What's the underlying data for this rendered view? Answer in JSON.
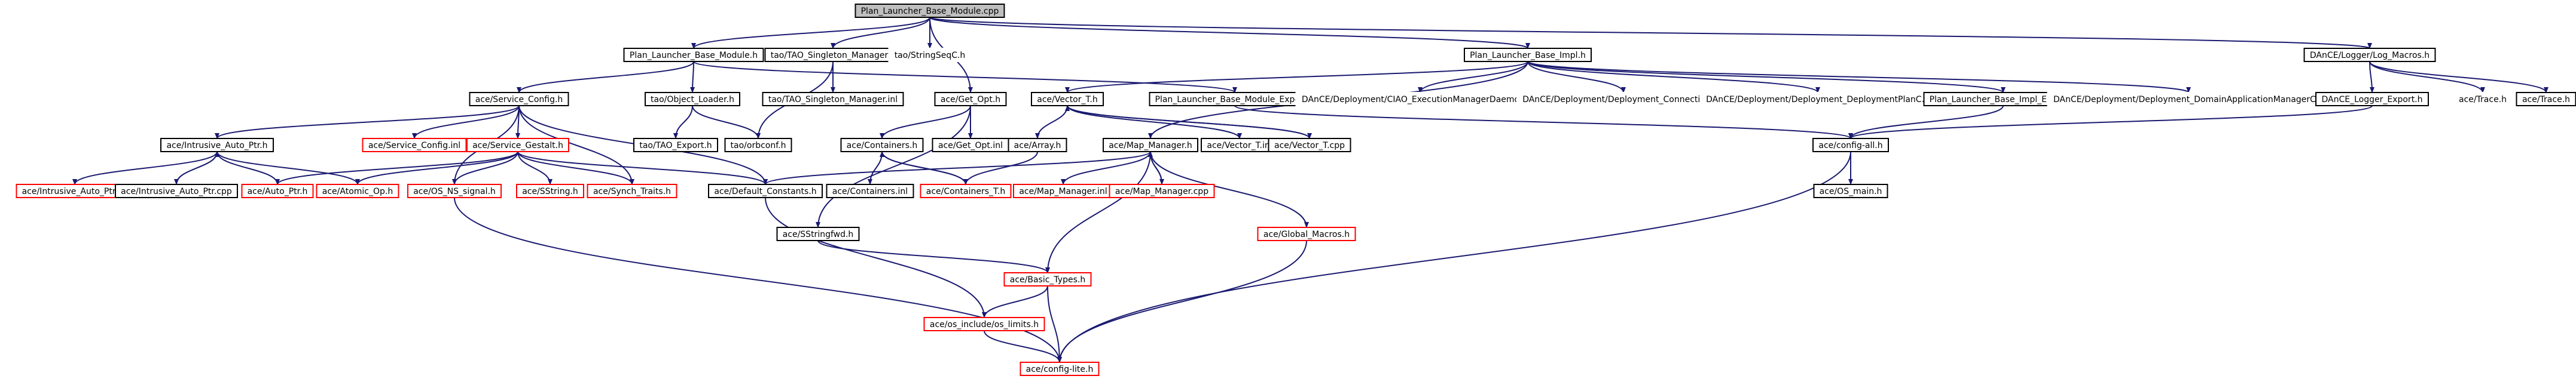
{
  "colors": {
    "background": "#ffffff",
    "root_fill": "#bfbfbf",
    "node_fill": "#ffffff",
    "found_border": "#000000",
    "missing_border": "#ff0000",
    "text_border_none": "#ffffff",
    "edge": "#191970"
  },
  "nodes": [
    {
      "id": "root",
      "label": "Plan_Launcher_Base_Module.cpp",
      "style": "root"
    },
    {
      "id": "plbm_h",
      "label": "Plan_Launcher_Base_Module.h",
      "style": "found"
    },
    {
      "id": "tao_singleton_h",
      "label": "tao/TAO_Singleton_Manager.h",
      "style": "found"
    },
    {
      "id": "stringseqc",
      "label": "tao/StringSeqC.h",
      "style": "plain"
    },
    {
      "id": "plbi_h",
      "label": "Plan_Launcher_Base_Impl.h",
      "style": "found"
    },
    {
      "id": "log_macros",
      "label": "DAnCE/Logger/Log_Macros.h",
      "style": "found"
    },
    {
      "id": "service_config_h",
      "label": "ace/Service_Config.h",
      "style": "found"
    },
    {
      "id": "object_loader",
      "label": "tao/Object_Loader.h",
      "style": "found"
    },
    {
      "id": "tao_singleton_inl",
      "label": "tao/TAO_Singleton_Manager.inl",
      "style": "found"
    },
    {
      "id": "get_opt_h",
      "label": "ace/Get_Opt.h",
      "style": "found"
    },
    {
      "id": "vector_t_h",
      "label": "ace/Vector_T.h",
      "style": "found"
    },
    {
      "id": "plbm_export",
      "label": "Plan_Launcher_Base_Module_Export.h",
      "style": "found"
    },
    {
      "id": "ciao_exec",
      "label": "DAnCE/Deployment/CIAO_ExecutionManagerDaemonC.h",
      "style": "plain"
    },
    {
      "id": "connc",
      "label": "DAnCE/Deployment/Deployment_ConnectionC.h",
      "style": "plain"
    },
    {
      "id": "planc",
      "label": "DAnCE/Deployment/Deployment_DeploymentPlanC.h",
      "style": "plain"
    },
    {
      "id": "plbi_export",
      "label": "Plan_Launcher_Base_Impl_Export.h",
      "style": "found"
    },
    {
      "id": "domainapp",
      "label": "DAnCE/Deployment/Deployment_DomainApplicationManagerC.h",
      "style": "plain"
    },
    {
      "id": "logger_export",
      "label": "DAnCE_Logger_Export.h",
      "style": "found"
    },
    {
      "id": "ace_trace_plain",
      "label": "ace/Trace.h",
      "style": "plain"
    },
    {
      "id": "ace_trace",
      "label": "ace/Trace.h",
      "style": "found"
    },
    {
      "id": "intrusive_h",
      "label": "ace/Intrusive_Auto_Ptr.h",
      "style": "found"
    },
    {
      "id": "service_config_inl",
      "label": "ace/Service_Config.inl",
      "style": "missing"
    },
    {
      "id": "service_gestalt",
      "label": "ace/Service_Gestalt.h",
      "style": "missing"
    },
    {
      "id": "tao_export",
      "label": "tao/TAO_Export.h",
      "style": "found"
    },
    {
      "id": "orbconf",
      "label": "tao/orbconf.h",
      "style": "found"
    },
    {
      "id": "containers_h",
      "label": "ace/Containers.h",
      "style": "found"
    },
    {
      "id": "get_opt_inl",
      "label": "ace/Get_Opt.inl",
      "style": "found"
    },
    {
      "id": "array_h",
      "label": "ace/Array.h",
      "style": "found"
    },
    {
      "id": "map_manager_h",
      "label": "ace/Map_Manager.h",
      "style": "found"
    },
    {
      "id": "vector_t_inl",
      "label": "ace/Vector_T.inl",
      "style": "found"
    },
    {
      "id": "vector_t_cpp",
      "label": "ace/Vector_T.cpp",
      "style": "found"
    },
    {
      "id": "config_all",
      "label": "ace/config-all.h",
      "style": "found"
    },
    {
      "id": "intrusive_inl",
      "label": "ace/Intrusive_Auto_Ptr.inl",
      "style": "missing"
    },
    {
      "id": "intrusive_cpp",
      "label": "ace/Intrusive_Auto_Ptr.cpp",
      "style": "found"
    },
    {
      "id": "auto_ptr",
      "label": "ace/Auto_Ptr.h",
      "style": "missing"
    },
    {
      "id": "atomic_op",
      "label": "ace/Atomic_Op.h",
      "style": "missing"
    },
    {
      "id": "os_ns_signal",
      "label": "ace/OS_NS_signal.h",
      "style": "missing"
    },
    {
      "id": "sstring",
      "label": "ace/SString.h",
      "style": "missing"
    },
    {
      "id": "synch_traits",
      "label": "ace/Synch_Traits.h",
      "style": "missing"
    },
    {
      "id": "default_constants",
      "label": "ace/Default_Constants.h",
      "style": "found"
    },
    {
      "id": "containers_inl",
      "label": "ace/Containers.inl",
      "style": "found"
    },
    {
      "id": "containers_t",
      "label": "ace/Containers_T.h",
      "style": "missing"
    },
    {
      "id": "map_manager_inl",
      "label": "ace/Map_Manager.inl",
      "style": "missing"
    },
    {
      "id": "map_manager_cpp",
      "label": "ace/Map_Manager.cpp",
      "style": "missing"
    },
    {
      "id": "os_main",
      "label": "ace/OS_main.h",
      "style": "found"
    },
    {
      "id": "sstringfwd",
      "label": "ace/SStringfwd.h",
      "style": "found"
    },
    {
      "id": "global_macros",
      "label": "ace/Global_Macros.h",
      "style": "missing"
    },
    {
      "id": "basic_types",
      "label": "ace/Basic_Types.h",
      "style": "missing"
    },
    {
      "id": "os_limits",
      "label": "ace/os_include/os_limits.h",
      "style": "missing"
    },
    {
      "id": "config_lite",
      "label": "ace/config-lite.h",
      "style": "missing"
    }
  ]
}
